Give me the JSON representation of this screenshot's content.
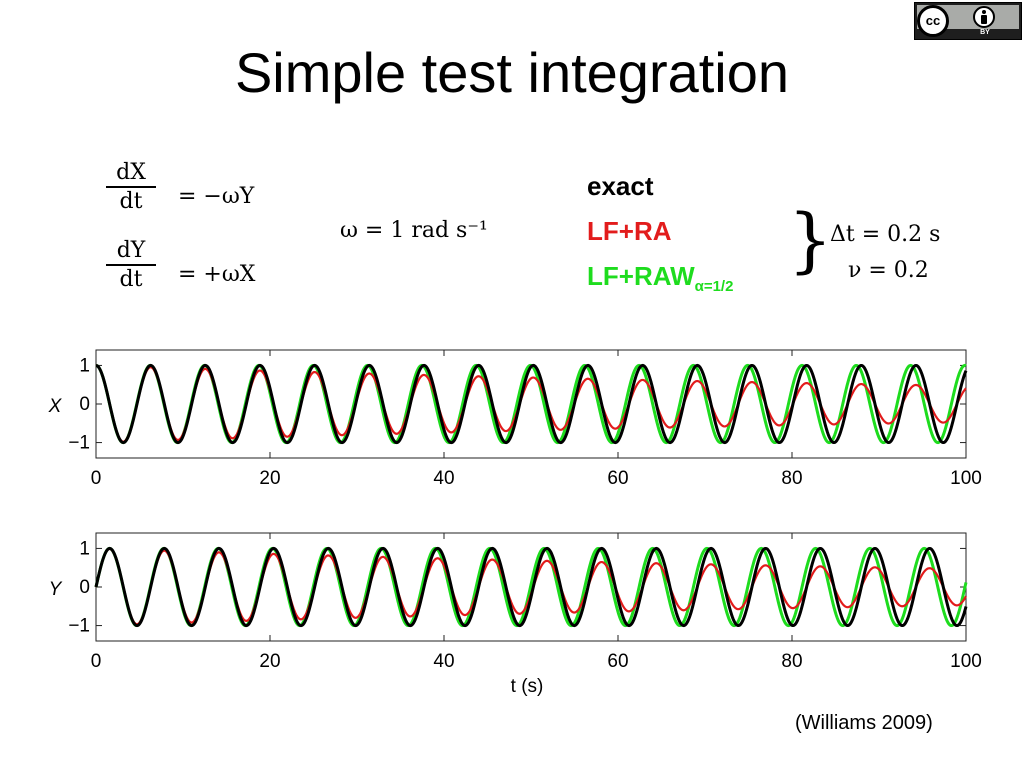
{
  "slide": {
    "title": "Simple test integration",
    "citation": "(Williams 2009)"
  },
  "license_badge": {
    "cc": "cc",
    "by": "BY"
  },
  "equations": {
    "dX_num": "dX",
    "dY_num": "dY",
    "dt_den": "dt",
    "x_rhs": "=   −ωY",
    "y_rhs": "=   +ωX",
    "omega": "ω = 1 rad s⁻¹"
  },
  "legend": {
    "exact": "exact",
    "lfra": "LF+RA",
    "lfraw": "LF+RAW",
    "lfraw_sub": "α=1/2",
    "colors": {
      "exact": "#000000",
      "lfra": "#e21c1c",
      "lfraw": "#1edc1e"
    }
  },
  "params": {
    "dt": "Δt = 0.2 s",
    "nu": "ν = 0.2"
  },
  "chart_data": [
    {
      "type": "line",
      "ylabel": "X",
      "xlabel": "",
      "xlim": [
        0,
        100
      ],
      "ylim": [
        -1.4,
        1.4
      ],
      "xticks": [
        0,
        20,
        40,
        60,
        80,
        100
      ],
      "yticks": [
        -1,
        0,
        1
      ],
      "series": [
        {
          "name": "exact",
          "color": "#000000",
          "function": "cos(t)",
          "amplitude_decay_per_s": 0,
          "phase_rate": 1.0
        },
        {
          "name": "LF+RA",
          "color": "#e21c1c",
          "function": "cos(t)",
          "amplitude_decay_per_s": 0.0075,
          "phase_rate": 1.0
        },
        {
          "name": "LF+RAW",
          "color": "#1edc1e",
          "function": "cos(t)",
          "amplitude_decay_per_s": 0,
          "phase_rate": 1.0065
        }
      ]
    },
    {
      "type": "line",
      "ylabel": "Y",
      "xlabel": "t (s)",
      "xlim": [
        0,
        100
      ],
      "ylim": [
        -1.4,
        1.4
      ],
      "xticks": [
        0,
        20,
        40,
        60,
        80,
        100
      ],
      "yticks": [
        -1,
        0,
        1
      ],
      "series": [
        {
          "name": "exact",
          "color": "#000000",
          "function": "sin(t)",
          "amplitude_decay_per_s": 0,
          "phase_rate": 1.0
        },
        {
          "name": "LF+RA",
          "color": "#e21c1c",
          "function": "sin(t)",
          "amplitude_decay_per_s": 0.0075,
          "phase_rate": 1.0
        },
        {
          "name": "LF+RAW",
          "color": "#1edc1e",
          "function": "sin(t)",
          "amplitude_decay_per_s": 0,
          "phase_rate": 1.0065
        }
      ]
    }
  ]
}
